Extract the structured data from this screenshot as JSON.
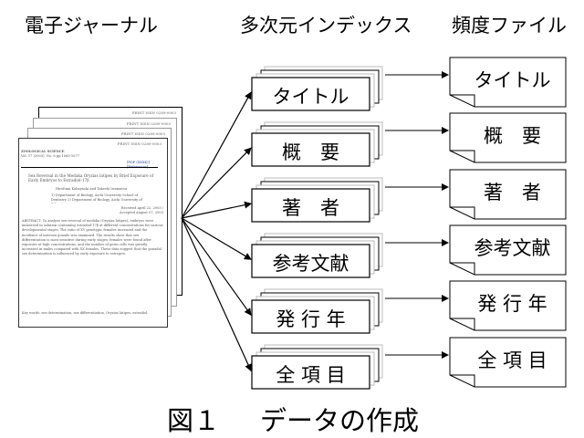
{
  "headers": {
    "journal": "電子ジャーナル",
    "index": "多次元インデックス",
    "freq": "頻度ファイル"
  },
  "index_items": [
    {
      "label": "タイトル"
    },
    {
      "label": "概　要"
    },
    {
      "label": "著　者"
    },
    {
      "label": "参考文献"
    },
    {
      "label": "発 行 年"
    },
    {
      "label": "全 項 目"
    }
  ],
  "freq_items": [
    {
      "label": "タイトル"
    },
    {
      "label": "概　要"
    },
    {
      "label": "著　者"
    },
    {
      "label": "参考文献"
    },
    {
      "label": "発 行 年"
    },
    {
      "label": "全 項 目"
    }
  ],
  "document": {
    "issn_lines": [
      "PRINT ISSN 0289-0003",
      "PRINT ISSN 0289-0003",
      "PRINT ISSN 0289-0003",
      "PRINT ISSN 0289-0003"
    ],
    "journal_name": "ZOOLOGICAL SCIENCE",
    "volume": "Vol. 17 (2003), No. 8 pp.1065-1077",
    "link": "[PDF (XXXK)] [References]",
    "title": "Sex Reversal in the Medaka Oryzias latipes by Brief Exposure of Early Embryos to Estradiol-17β",
    "authors": "Hirofumi Kobayashi and Takeshi Iwamatsu",
    "affiliations": "1) Department of Biology, Aichi University School of Dentistry  2) Department of Biology, Aichi University of Education",
    "dates": "Received April 22, 2003 / Accepted August 07, 2003",
    "abstract": "ABSTRACT: To analyze sex reversal of medaka (Oryzias latipes), embryos were immersed in solution containing estradiol-17β at different concentrations for various developmental stages. The ratio of XY genotypic females increased and the incidence of intersex gonads was examined. The results show that sex differentiation is most sensitive during early stages; females were found after exposure at high concentrations, and the number of germ cells was greatly increased in males compared with XX females. These data suggest that the gonadal sex determination is influenced by early exposure to estrogen.",
    "keywords": "Key words: sex determination, sex differentiation, Oryzias latipes, estradiol"
  },
  "caption": {
    "fig": "図１",
    "text": "データの作成"
  }
}
